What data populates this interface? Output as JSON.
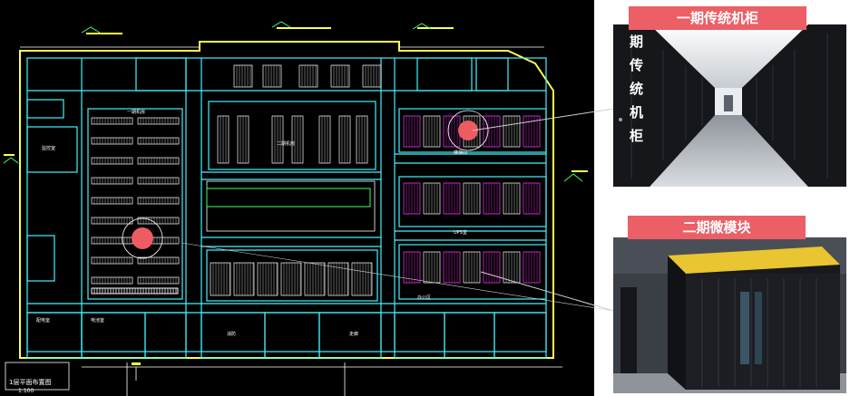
{
  "floorplan": {
    "zone_small_labels": [
      "一期机房",
      "二期机房",
      "配电室",
      "电池室",
      "消防",
      "走廊",
      "楼梯间",
      "UPS室",
      "办公区",
      "监控室"
    ],
    "scale_note": "1:100",
    "corner_note": "1层平面布置图"
  },
  "callouts": [
    {
      "id": "phase1",
      "label": "一期传统机柜"
    },
    {
      "id": "phase2",
      "label": "二期微模块"
    }
  ],
  "colors": {
    "cad_background": "#000000",
    "walls": "#ffff4d",
    "structure": "#43f2ff",
    "racks": "#ffffff",
    "accent_rows": "#ff3cff",
    "marker": "#ef5b63",
    "label_bg": "#ec5f66",
    "module_roof": "#e8c531"
  }
}
